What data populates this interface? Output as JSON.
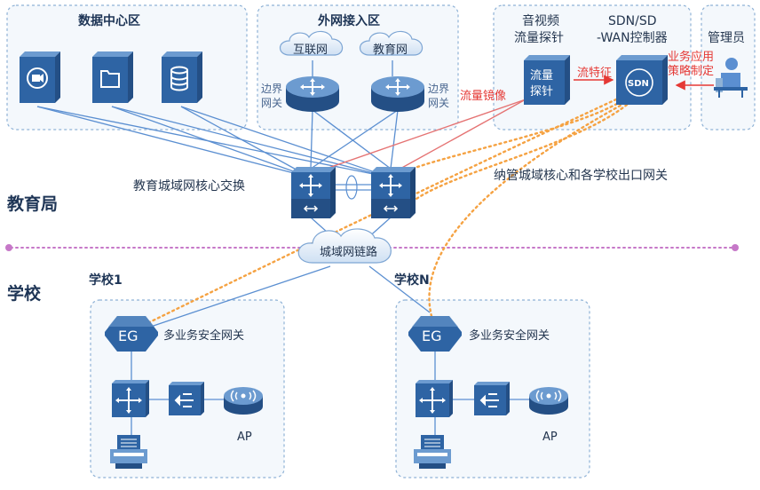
{
  "zones": {
    "datacenter": {
      "title": "数据中心区"
    },
    "internet_access": {
      "title": "外网接入区"
    },
    "sdn": {
      "probe_title_1": "音视频",
      "probe_title_2": "流量探针",
      "ctrl_title_1": "SDN/SD",
      "ctrl_title_2": "-WAN控制器"
    },
    "admin": {
      "title": "管理员"
    },
    "school1": {
      "title": "学校1"
    },
    "schoolN": {
      "title": "学校N"
    }
  },
  "clouds": {
    "internet": "互联网",
    "edu_net": "教育网",
    "metro": "城域网链路"
  },
  "labels": {
    "border_gw_left_1": "边界",
    "border_gw_left_2": "网关",
    "border_gw_right_1": "边界",
    "border_gw_right_2": "网关",
    "traffic_mirror": "流量镜像",
    "flow_feature": "流特征",
    "policy_1": "业务应用",
    "policy_2": "策略制定",
    "core_switch": "教育城域网核心交换",
    "managed_note": "纳管城域核心和各学校出口网关",
    "edu_bureau": "教育局",
    "school": "学校",
    "gw_school1": "多业务安全网关",
    "gw_schoolN": "多业务安全网关",
    "ap_school1": "AP",
    "ap_schoolN": "AP"
  },
  "devices": {
    "probe": {
      "line1": "流量",
      "line2": "探针"
    },
    "sdn_badge": "SDN",
    "eg_1": "EG",
    "eg_n": "EG"
  },
  "icons": [
    "video-server-icon",
    "file-server-icon",
    "database-server-icon",
    "router-icon",
    "core-switch-icon",
    "eg-gateway-icon",
    "access-switch-icon",
    "ap-icon",
    "printer-icon",
    "admin-user-icon"
  ],
  "colors": {
    "device": "#2e64a4",
    "link": "#5b8fd1",
    "mirror": "#e57373",
    "control": "#f5a242",
    "divider": "#c678c8"
  }
}
